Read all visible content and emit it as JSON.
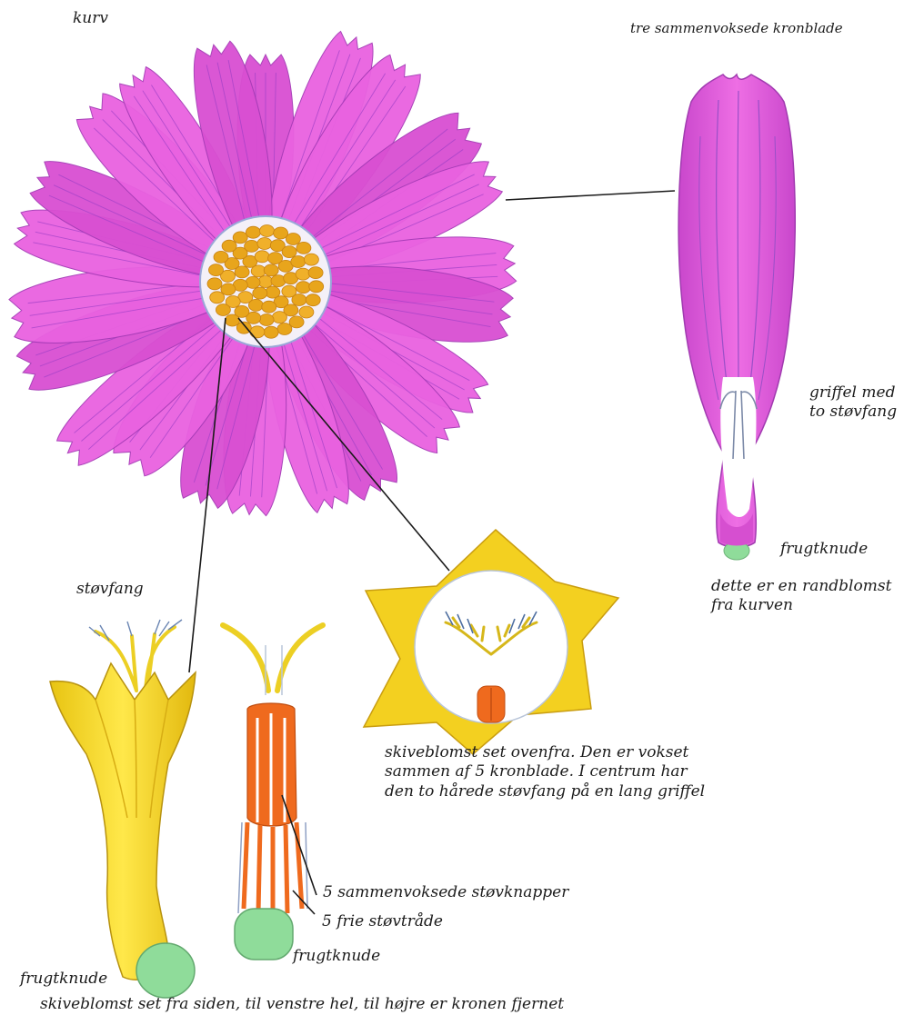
{
  "labels": {
    "kurv": "kurv",
    "ray_petals": "tre sammenvoksede kronblade",
    "style_line1": "griffel med",
    "style_line2": "to støvfang",
    "ovary_right": "frugtknude",
    "ray_note_line1": "dette er en randblomst",
    "ray_note_line2": "fra kurven",
    "stigma": "støvfang",
    "disc_top_line1": "skiveblomst set ovenfra. Den er vokset",
    "disc_top_line2": "sammen af 5 kronblade. I centrum har",
    "disc_top_line3": "den to hårede støvfang på en lang griffel",
    "anthers": "5 sammenvoksede støvknapper",
    "filaments": "5 frie støvtråde",
    "ovary_middle": "frugtknude",
    "ovary_left": "frugtknude",
    "disc_side": "skiveblomst set fra siden, til venstre hel, til højre er kronen fjernet"
  },
  "colors": {
    "petal": "#e25ad8",
    "petal_dark": "#b83fc0",
    "disc": "#e8a51c",
    "yellow": "#f2d21e",
    "orange": "#ef6a1e",
    "green": "#8fdc9a",
    "line": "#1a1a1a"
  }
}
